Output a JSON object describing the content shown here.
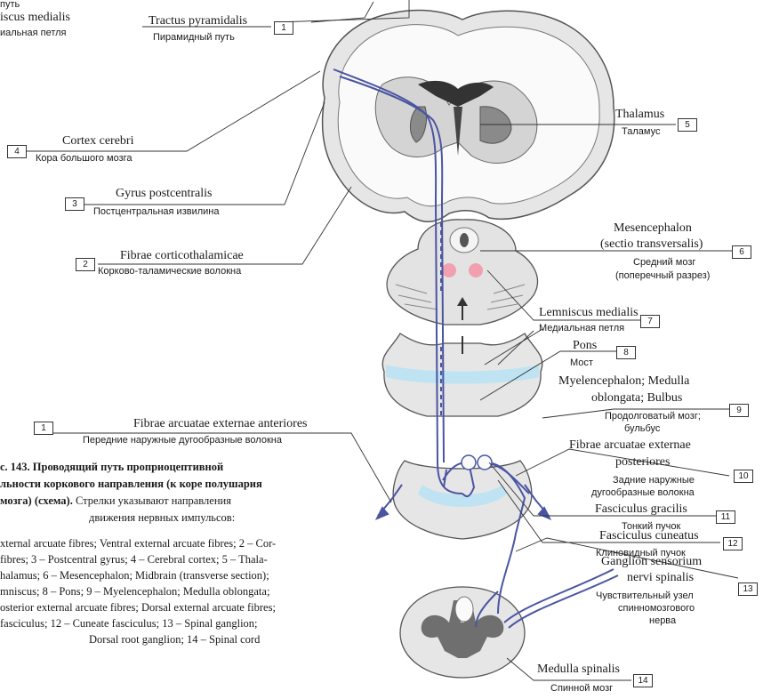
{
  "labels": {
    "top_left_line1": "путь",
    "top_left_line2": "iscus medialis",
    "top_left_line3": "иальная петля",
    "tractus_lat": "Tractus pyramidalis",
    "tractus_rus": "Пирамидный путь",
    "tractus_num": "1",
    "thalamus_lat": "Thalamus",
    "thalamus_rus": "Таламус",
    "thalamus_num": "5",
    "cortex_lat": "Cortex cerebri",
    "cortex_rus": "Кора большого мозга",
    "cortex_num": "4",
    "gyrus_lat": "Gyrus postcentralis",
    "gyrus_rus": "Постцентральная извилина",
    "gyrus_num": "3",
    "mesen_lat1": "Mesencephalon",
    "mesen_lat2": "(sectio transversalis)",
    "mesen_rus1": "Средний мозг",
    "mesen_rus2": "(поперечный разрез)",
    "mesen_num": "6",
    "fibrae_ct_lat": "Fibrae corticothalamicae",
    "fibrae_ct_rus": "Корково-таламические волокна",
    "fibrae_ct_num": "2",
    "lemn_lat": "Lemniscus medialis",
    "lemn_rus": "Медиальная петля",
    "lemn_num": "7",
    "pons_lat": "Pons",
    "pons_rus": "Мост",
    "pons_num": "8",
    "myel_lat1": "Myelencephalon; Medulla",
    "myel_lat2": "oblongata; Bulbus",
    "myel_rus1": "Продолговатый мозг;",
    "myel_rus2": "бульбус",
    "myel_num": "9",
    "arc_ant_lat": "Fibrae arcuatae externae anteriores",
    "arc_ant_rus": "Передние наружные дугообразные волокна",
    "arc_ant_num": "1",
    "arc_post_lat1": "Fibrae arcuatae externae",
    "arc_post_lat2": "posteriores",
    "arc_post_rus1": "Задние наружные",
    "arc_post_rus2": "дугообразные волокна",
    "arc_post_num": "10",
    "gracilis_lat": "Fasciculus gracilis",
    "gracilis_rus": "Тонкий пучок",
    "gracilis_num": "11",
    "cuneatus_lat": "Fasciculus cuneatus",
    "cuneatus_rus": "Клиновидный пучок",
    "cuneatus_num": "12",
    "gang_lat1": "Ganglion sensorium",
    "gang_lat2": "nervi spinalis",
    "gang_rus1": "Чувствительный узел",
    "gang_rus2": "спинномозгового",
    "gang_rus3": "нерва",
    "gang_num": "13",
    "spinal_lat": "Medulla spinalis",
    "spinal_rus": "Спинной мозг",
    "spinal_num": "14"
  },
  "caption": {
    "title_line1": "с. 143. Проводящий путь проприоцептивной",
    "title_line2": "льности коркового направления (к коре полушария",
    "title_line3_bold": "мозга) (схема).",
    "title_line3_rest": " Стрелки указывают направления",
    "title_line4": "движения нервных импульсов:",
    "legend": [
      "xternal arcuate fibres; Ventral external arcuate fibres; 2 – Cor-",
      "fibres; 3 – Postcentral gyrus; 4 – Cerebral cortex; 5 – Thala-",
      "halamus; 6 – Mesencephalon; Midbrain (transverse section);",
      "mniscus; 8 – Pons; 9 – Myelencephalon; Medulla oblongata;",
      "osterior external arcuate fibres; Dorsal external arcuate fibres;",
      "fasciculus; 12 – Cuneate fasciculus; 13 – Spinal ganglion;",
      "Dorsal root ganglion; 14 – Spinal cord"
    ]
  },
  "colors": {
    "pathway": "#4a55a2",
    "tissue": "#e3e3e3",
    "gray_matter": "#9a9a9a",
    "nucleus_red": "#f2a0b0",
    "lemniscus_band": "#bfe3f2"
  }
}
